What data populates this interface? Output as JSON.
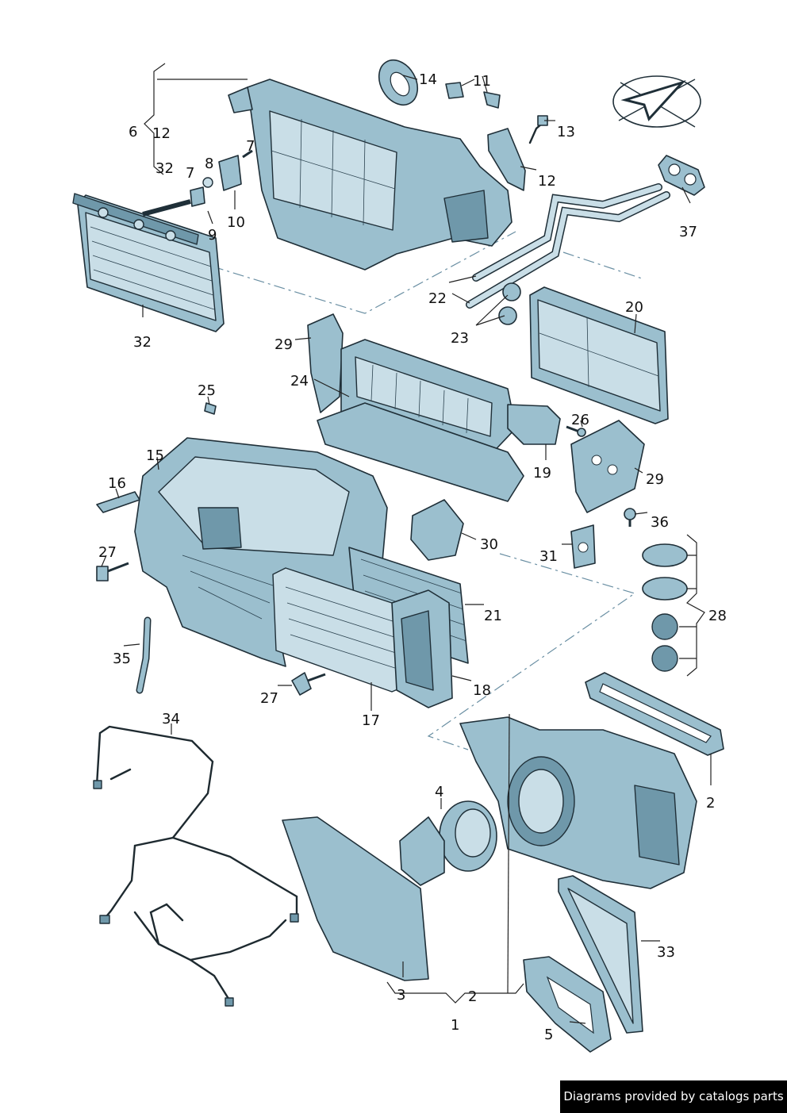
{
  "labels": {
    "l1": "1",
    "l2a": "2",
    "l2b": "2",
    "l3": "3",
    "l4": "4",
    "l5": "5",
    "l6": "6",
    "l7a": "7",
    "l7b": "7",
    "l8": "8",
    "l9": "9",
    "l10": "10",
    "l11": "11",
    "l12a": "12",
    "l12b": "12",
    "l13": "13",
    "l14": "14",
    "l15": "15",
    "l16": "16",
    "l17": "17",
    "l18": "18",
    "l19": "19",
    "l20": "20",
    "l21": "21",
    "l22": "22",
    "l23": "23",
    "l24": "24",
    "l25": "25",
    "l26": "26",
    "l27a": "27",
    "l27b": "27",
    "l28": "28",
    "l29a": "29",
    "l29b": "29",
    "l30": "30",
    "l31": "31",
    "l32a": "32",
    "l32b": "32",
    "l33": "33",
    "l34": "34",
    "l35": "35",
    "l36": "36",
    "l37": "37"
  },
  "colors": {
    "part_fill": "#9bbfce",
    "outline": "#1f2f38",
    "dash_line": "#6a8fa3"
  },
  "watermark": {
    "text": "Diagrams provided by catalogs parts"
  }
}
